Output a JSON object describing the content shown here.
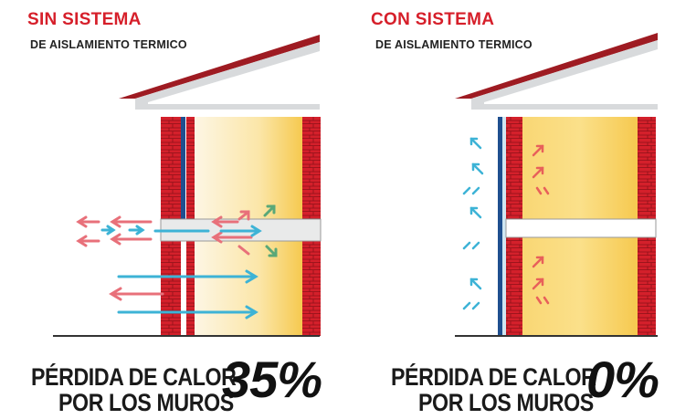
{
  "panels": {
    "left": {
      "title": "SIN SISTEMA",
      "subtitle": "DE AISLAMIENTO TERMICO",
      "caption_line1": "PÉRDIDA DE CALOR",
      "caption_line2": "POR LOS MUROS",
      "percent": "35%"
    },
    "right": {
      "title": "CON SISTEMA",
      "subtitle": "DE AISLAMIENTO TERMICO",
      "caption_line1": "PÉRDIDA DE CALOR",
      "caption_line2": "POR LOS MUROS",
      "percent": "0%"
    }
  },
  "colors": {
    "title": "#d61f2a",
    "brick": "#d4202b",
    "roof": "#9e1b22",
    "insulation": "#1f4f8f",
    "heat_arrow": "#e8707a",
    "cold_arrow": "#3db3d6",
    "interior": "#f7d56b"
  }
}
